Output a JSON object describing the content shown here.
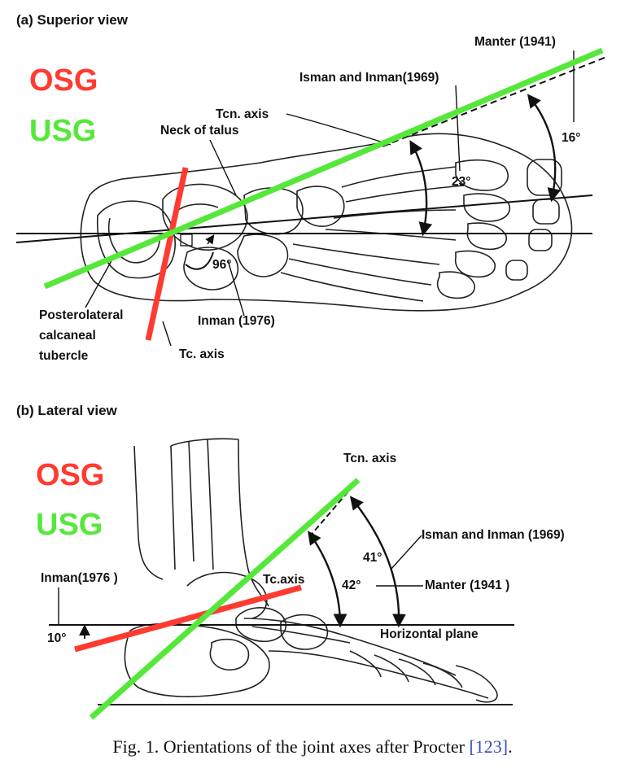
{
  "panel_a": {
    "title": "(a) Superior view",
    "legend": [
      {
        "label": "OSG",
        "color": "#ff3b30"
      },
      {
        "label": "USG",
        "color": "#55e83a"
      }
    ],
    "labels": {
      "manter": "Manter (1941)",
      "isman_inman": "Isman and Inman(1969)",
      "tcn_axis": "Tcn. axis",
      "neck_of_talus": "Neck of talus",
      "angle_16": "16°",
      "angle_23": "23°",
      "angle_96": "96°",
      "posterolateral_1": "Posterolateral",
      "posterolateral_2": "calcaneal",
      "posterolateral_3": "tubercle",
      "inman_1976": "Inman (1976)",
      "tc_axis": "Tc. axis"
    }
  },
  "panel_b": {
    "title": "(b) Lateral view",
    "legend": [
      {
        "label": "OSG",
        "color": "#ff3b30"
      },
      {
        "label": "USG",
        "color": "#55e83a"
      }
    ],
    "labels": {
      "tcn_axis": "Tcn. axis",
      "isman_inman": "Isman and Inman (1969)",
      "angle_41": "41°",
      "angle_42": "42°",
      "manter": "Manter (1941 )",
      "inman_1976": "Inman(1976 )",
      "tc_axis": "Tc.axis",
      "angle_10": "10°",
      "horizontal_plane": "Horizontal plane"
    }
  },
  "caption": {
    "text": "Fig. 1. Orientations of the joint axes after Procter ",
    "ref": "[123]",
    "end": "."
  }
}
